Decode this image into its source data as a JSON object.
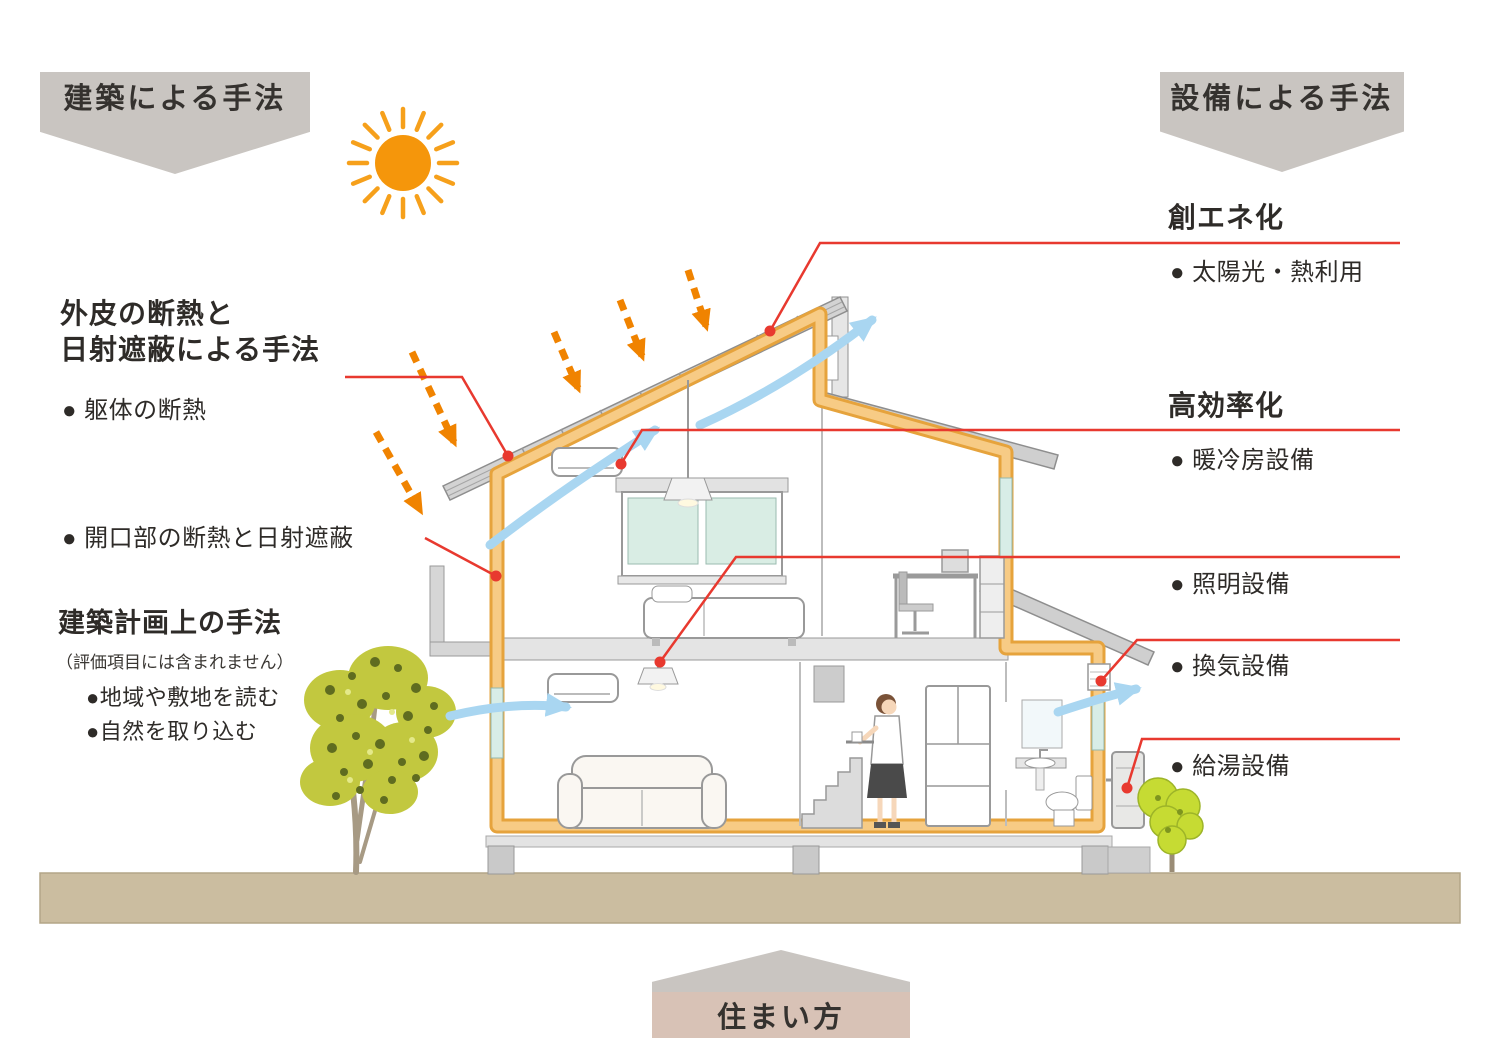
{
  "banners": {
    "left": "建築による手法",
    "right": "設備による手法",
    "bottom": "住まい方"
  },
  "left_labels": {
    "heading1_line1": "外皮の断熱と",
    "heading1_line2": "日射遮蔽による手法",
    "bullet_kutai": "● 躯体の断熱",
    "bullet_kaikoubu": "● 開口部の断熱と日射遮蔽",
    "heading2": "建築計画上の手法",
    "note": "（評価項目には含まれません）",
    "bullet_chiiki": "●地域や敷地を読む",
    "bullet_shizen": "●自然を取り込む"
  },
  "right_labels": {
    "heading_souene": "創エネ化",
    "bullet_taiyo": "● 太陽光・熱利用",
    "heading_koukouritsu": "高効率化",
    "bullet_danbo": "● 暖冷房設備",
    "bullet_shomei": "● 照明設備",
    "bullet_kanki": "● 換気設備",
    "bullet_kyuto": "● 給湯設備"
  },
  "icons": {
    "sun": "sun-icon",
    "solar_arrows": "solar-radiation-arrow-icon",
    "airflow_arrows": "airflow-arrow-icon",
    "trees": "tree-icon"
  },
  "colors": {
    "accent_red": "#e8392f",
    "insulation_edge": "#e6a33c",
    "insulation_fill": "#f7cb85",
    "roof_gray": "#d3d3d3",
    "banner_gray": "#c9c5c1",
    "bottom_banner_pink": "#d8c2b6",
    "ground_tan": "#cbbda0",
    "airflow_blue": "#a9d6f1",
    "solar_orange": "#f08300",
    "sun_orange": "#f5960b",
    "tree_green": "#c2c83f"
  }
}
